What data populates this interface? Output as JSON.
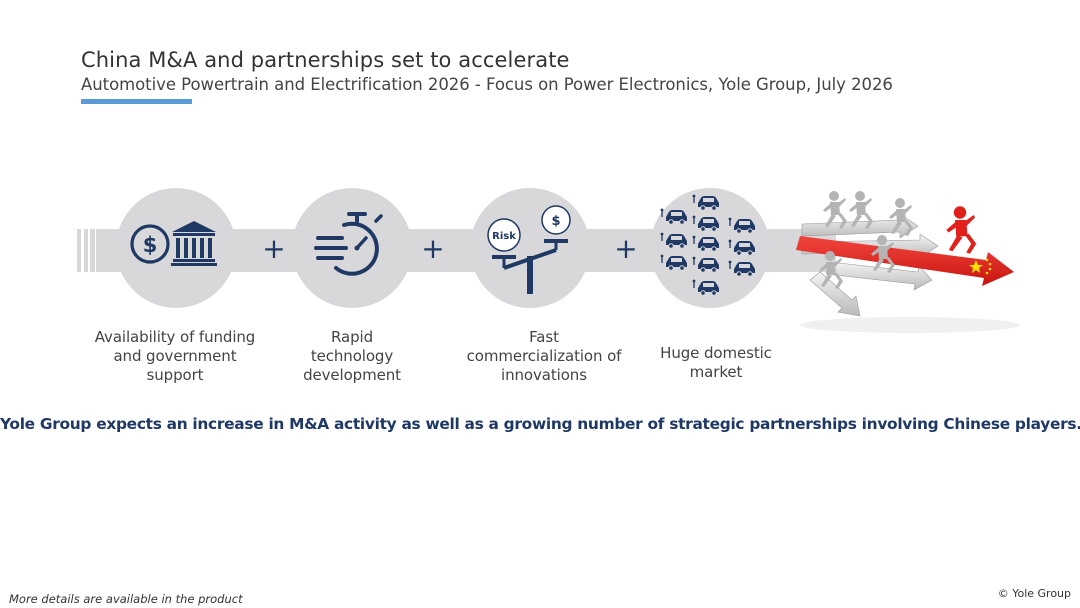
{
  "header": {
    "title": "China M&A and partnerships set to accelerate",
    "subtitle": "Automotive Powertrain and Electrification 2026 - Focus on Power Electronics, Yole Group, July 2026"
  },
  "drivers": [
    {
      "label_lines": [
        "Availability of funding",
        "and government",
        "support"
      ],
      "icons": [
        "dollar-coin-icon",
        "bank-building-icon"
      ]
    },
    {
      "label_lines": [
        "Rapid",
        "technology",
        "development"
      ],
      "icons": [
        "fast-stopwatch-icon"
      ]
    },
    {
      "label_lines": [
        "Fast",
        "commercialization of",
        "innovations"
      ],
      "icons": [
        "risk-balance-icon"
      ],
      "risk_text": "Risk",
      "dollar_text": "$"
    },
    {
      "label_lines": [
        "Huge domestic",
        "market"
      ],
      "icons": [
        "cars-icon"
      ]
    }
  ],
  "plus_sign": "+",
  "dollar_sign": "$",
  "conclusion": "Yole Group expects an increase in M&A activity as well as a growing number of strategic partnerships involving Chinese players.",
  "footer": {
    "left": "More details are available in the product",
    "right": "© Yole Group"
  },
  "colors": {
    "navy": "#1f3864",
    "band_gray": "#d8d8da",
    "accent_blue": "#5b9bd5",
    "china_red": "#e8251f"
  }
}
